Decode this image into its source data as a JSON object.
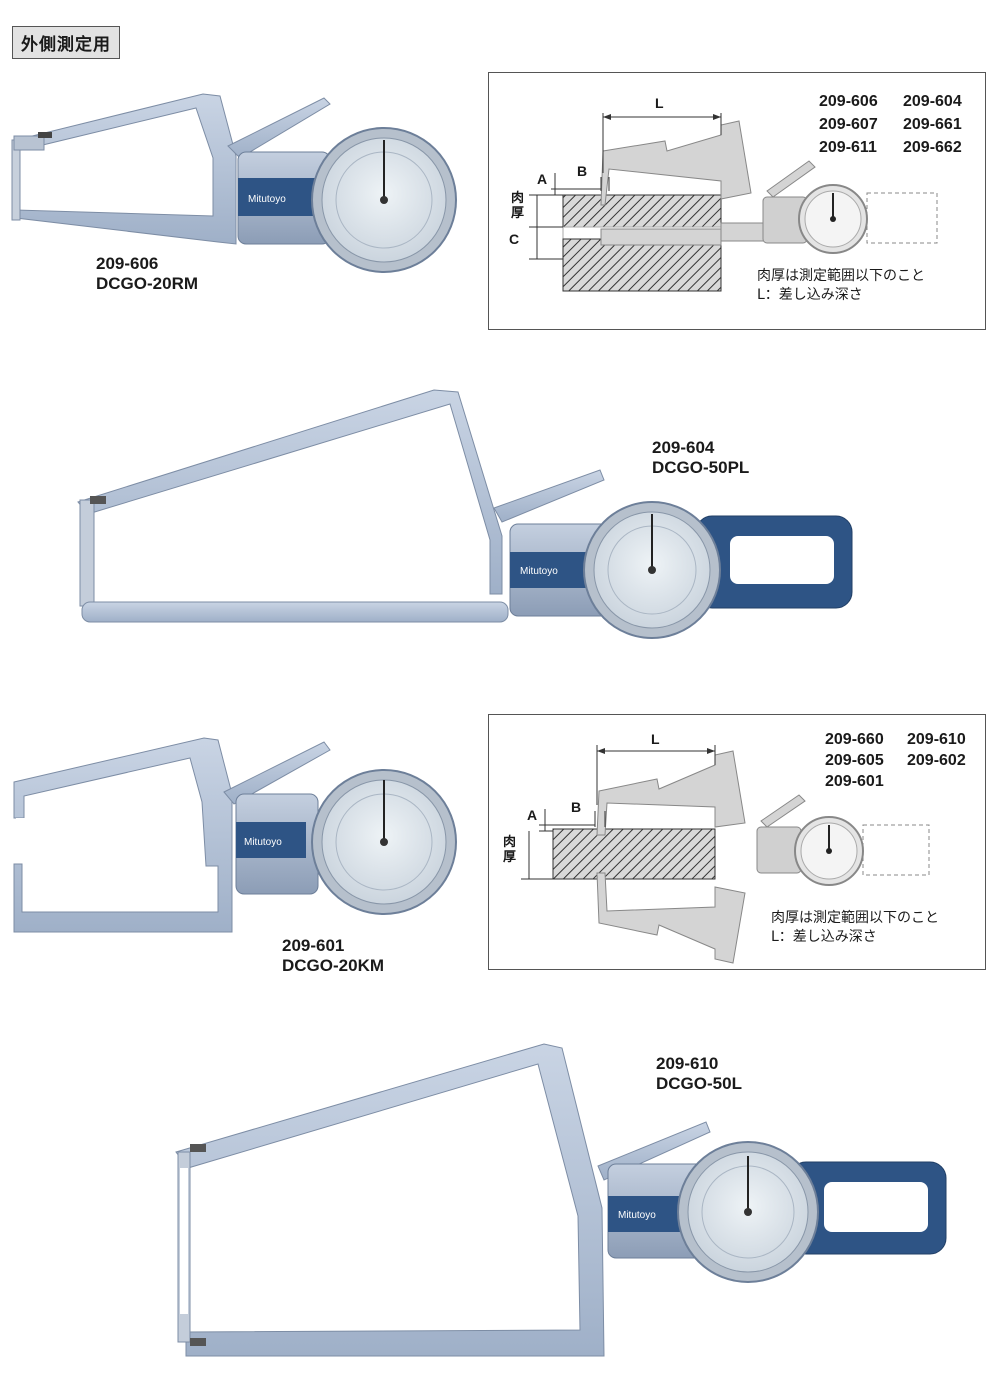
{
  "section_title": "外側測定用",
  "brand": "Mitutoyo",
  "products": [
    {
      "code": "209-606",
      "model": "DCGO-20RM"
    },
    {
      "code": "209-604",
      "model": "DCGO-50PL"
    },
    {
      "code": "209-601",
      "model": "DCGO-20KM"
    },
    {
      "code": "209-610",
      "model": "DCGO-50L"
    }
  ],
  "diagram1": {
    "models": [
      "209-606",
      "209-604",
      "209-607",
      "209-661",
      "209-611",
      "209-662"
    ],
    "labels": {
      "L": "L",
      "A": "A",
      "B": "B",
      "C": "C",
      "thickness": "肉厚"
    },
    "notes": [
      "肉厚は測定範囲以下のこと",
      "L：差し込み深さ"
    ]
  },
  "diagram2": {
    "models": [
      "209-660",
      "209-610",
      "209-605",
      "209-602",
      "209-601"
    ],
    "labels": {
      "L": "L",
      "A": "A",
      "B": "B",
      "thickness": "肉厚"
    },
    "notes": [
      "肉厚は測定範囲以下のこと",
      "L：差し込み深さ"
    ]
  }
}
